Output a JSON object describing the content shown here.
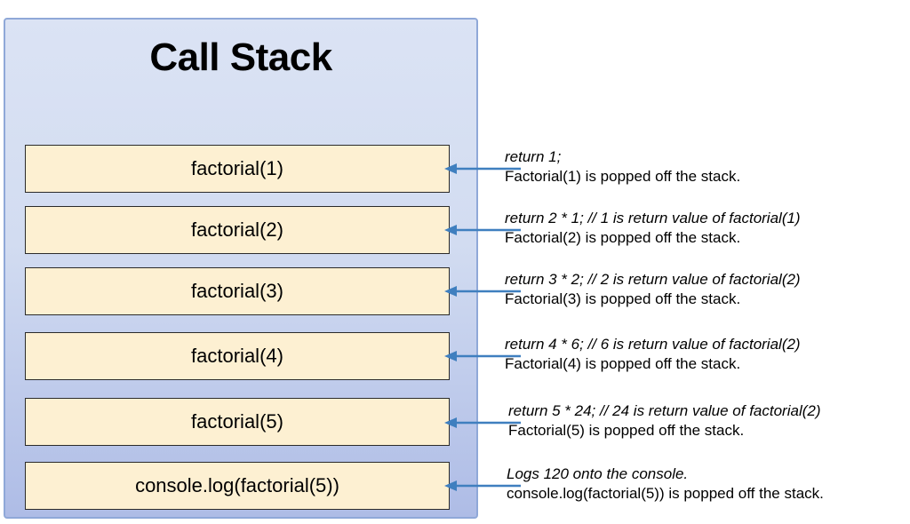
{
  "panel": {
    "title": "Call Stack"
  },
  "frames": [
    {
      "label": "factorial(1)"
    },
    {
      "label": "factorial(2)"
    },
    {
      "label": "factorial(3)"
    },
    {
      "label": "factorial(4)"
    },
    {
      "label": "factorial(5)"
    },
    {
      "label": "console.log(factorial(5))"
    }
  ],
  "annotations": [
    {
      "line1": "return 1;",
      "line2": "Factorial(1) is popped off the stack."
    },
    {
      "line1": "return 2 * 1;  // 1 is return value of factorial(1)",
      "line2": "Factorial(2) is popped off the stack."
    },
    {
      "line1": "return 3 * 2;  // 2 is return value of factorial(2)",
      "line2": "Factorial(3) is popped off the stack."
    },
    {
      "line1": "return 4 * 6;  // 6 is return value of factorial(2)",
      "line2": "Factorial(4) is popped off the stack."
    },
    {
      "line1": "return 5 * 24;  // 24 is return value of factorial(2)",
      "line2": "Factorial(5) is popped off the stack."
    },
    {
      "line1": "Logs 120 onto the console.",
      "line2": "console.log(factorial(5)) is popped off the stack."
    }
  ],
  "colors": {
    "panel_fill_top": "#dbe3f4",
    "panel_fill_bottom": "#aebce6",
    "panel_border": "#8fa8d8",
    "frame_fill": "#fdf0d2",
    "frame_border": "#2b2b2b",
    "arrow": "#3f7fbf"
  }
}
